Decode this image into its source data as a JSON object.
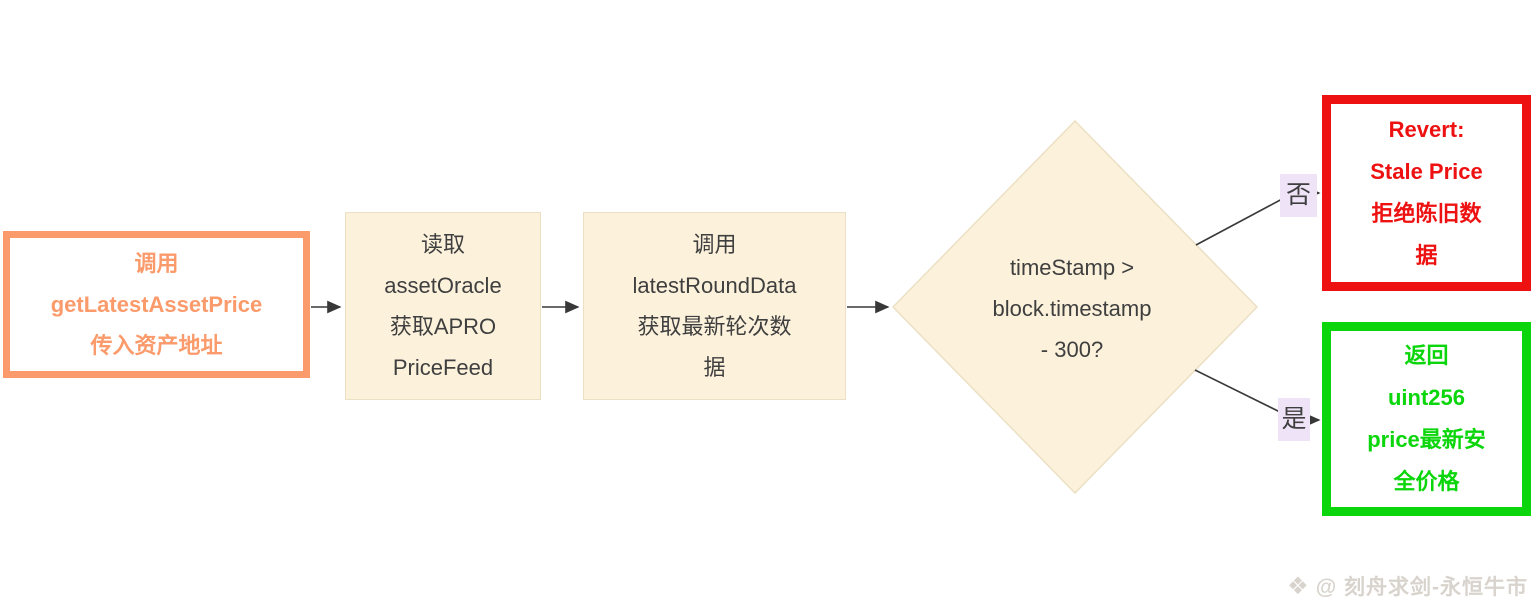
{
  "colors": {
    "start_accent": "#fb9a6b",
    "process_fill": "#fcf2dc",
    "process_border": "#ece0c4",
    "dark_text": "#3f3f3f",
    "revert_red": "#ee1111",
    "return_green": "#0bd60b",
    "edge_label_bg": "#efe3f8",
    "arrow_line": "#383838",
    "watermark_gray": "#d8d3cc"
  },
  "flowchart": {
    "start": {
      "lines": [
        "调用",
        "getLatestAssetPrice",
        "传入资产地址"
      ]
    },
    "read_oracle": {
      "lines": [
        "读取",
        "assetOracle",
        "获取APRO",
        "PriceFeed"
      ]
    },
    "latest_round": {
      "lines": [
        "调用",
        "latestRoundData",
        "获取最新轮次数",
        "据"
      ]
    },
    "decision": {
      "lines": [
        "timeStamp >",
        "block.timestamp",
        "- 300?"
      ]
    },
    "revert": {
      "lines": [
        "Revert:",
        "Stale Price",
        "拒绝陈旧数",
        "据"
      ]
    },
    "return_price": {
      "lines": [
        "返回",
        "uint256",
        "price最新安",
        "全价格"
      ]
    },
    "edges": {
      "no_label": "否",
      "yes_label": "是"
    }
  },
  "watermark": {
    "icon_glyph": "❖",
    "handle": "@ 刻舟求剑-永恒牛市"
  }
}
